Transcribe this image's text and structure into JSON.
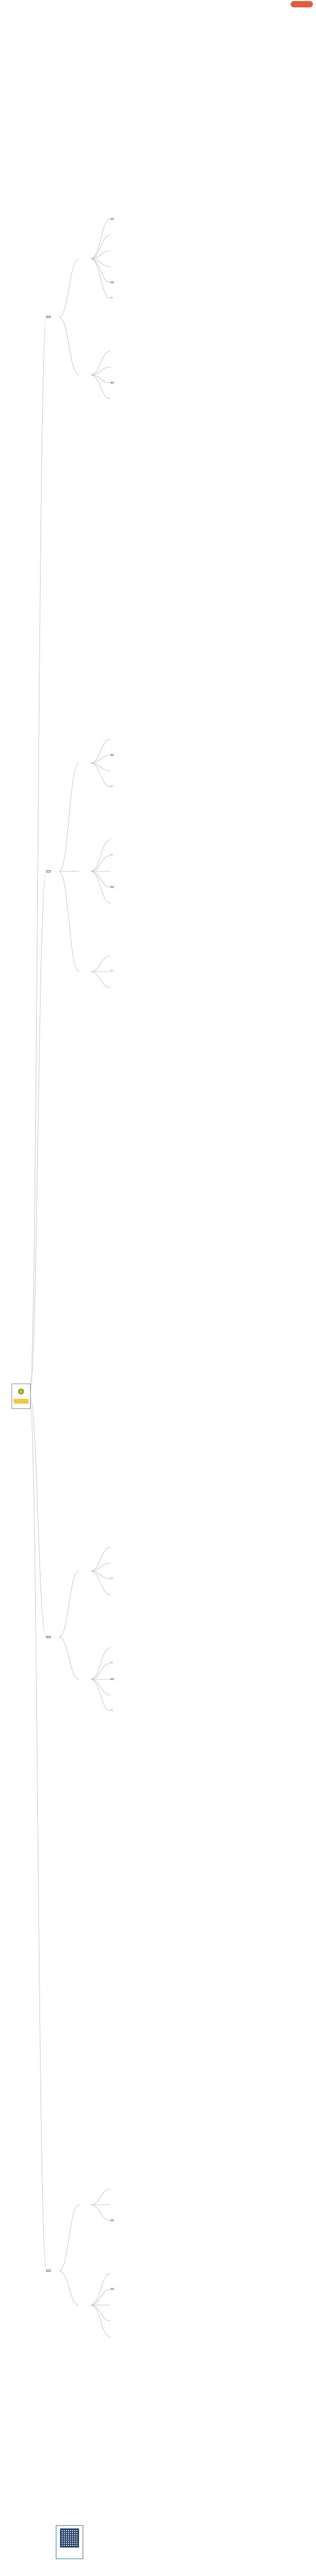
{
  "badge": "",
  "root_title": "",
  "footer_caption": "",
  "colors": {
    "line": "#b9b9b9",
    "red": "#d9534f",
    "highlight_yellow": "#fff36b",
    "highlight_cyan": "#8fe3f2"
  },
  "branches": [
    {
      "id": "b1",
      "label": "",
      "children": [
        {
          "id": "b1-c1",
          "label": "",
          "children": [
            {
              "label": "",
              "style": "red-box"
            },
            {
              "label": ""
            },
            {
              "label": "",
              "style": "hl-yellow"
            },
            {
              "label": ""
            },
            {
              "label": "",
              "style": "red-box"
            },
            {
              "label": "",
              "style": "red-fill"
            }
          ]
        },
        {
          "id": "b1-c2",
          "label": "",
          "children": [
            {
              "label": ""
            },
            {
              "label": ""
            },
            {
              "label": "",
              "style": "red-box"
            },
            {
              "label": ""
            }
          ]
        }
      ]
    },
    {
      "id": "b2",
      "label": "",
      "children": [
        {
          "id": "b2-c1",
          "label": "",
          "children": [
            {
              "label": "",
              "style": "hl-yellow"
            },
            {
              "label": "",
              "style": "red-box"
            },
            {
              "label": ""
            },
            {
              "label": "",
              "style": "red-fill"
            }
          ]
        },
        {
          "id": "b2-c2",
          "label": "",
          "children": [
            {
              "label": ""
            },
            {
              "label": "",
              "style": "red-fill"
            },
            {
              "label": ""
            },
            {
              "label": "",
              "style": "red-box"
            },
            {
              "label": ""
            }
          ]
        },
        {
          "id": "b2-c3",
          "label": "",
          "children": [
            {
              "label": "",
              "style": "hl-yellow"
            },
            {
              "label": "",
              "style": "red-fill"
            },
            {
              "label": ""
            }
          ]
        }
      ]
    },
    {
      "id": "b3",
      "label": "",
      "children": [
        {
          "id": "b3-c1",
          "label": "",
          "children": [
            {
              "label": "",
              "style": "hl-cyan"
            },
            {
              "label": "",
              "style": "hl-yellow"
            },
            {
              "label": "",
              "style": "red-fill"
            },
            {
              "label": ""
            }
          ]
        },
        {
          "id": "b3-c2",
          "label": "",
          "children": [
            {
              "label": ""
            },
            {
              "label": "",
              "style": "red-fill"
            },
            {
              "label": "",
              "style": "red-box"
            },
            {
              "label": ""
            },
            {
              "label": "",
              "style": "red-fill"
            }
          ]
        }
      ]
    },
    {
      "id": "b4",
      "label": "",
      "children": [
        {
          "id": "b4-c1",
          "label": "",
          "children": [
            {
              "label": "",
              "style": "hl-yellow"
            },
            {
              "label": ""
            },
            {
              "label": "",
              "style": "red-box"
            }
          ]
        },
        {
          "id": "b4-c2",
          "label": "",
          "children": [
            {
              "label": ""
            },
            {
              "label": "",
              "style": "red-box"
            },
            {
              "label": "",
              "style": "hl-cyan"
            },
            {
              "label": "",
              "style": "hl-yellow"
            },
            {
              "label": ""
            }
          ]
        }
      ]
    }
  ]
}
